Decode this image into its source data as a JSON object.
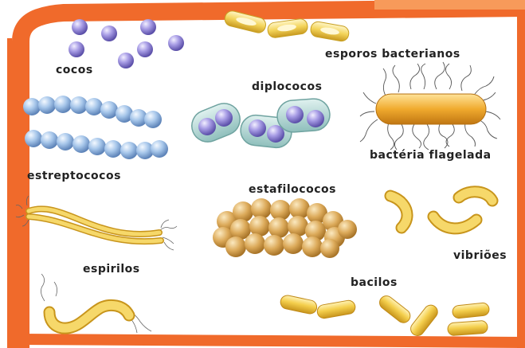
{
  "labels": {
    "cocos": "cocos",
    "esporos": "esporos bacterianos",
    "diplococos": "diplococos",
    "flagelada": "bactéria flagelada",
    "estreptococos": "estreptococos",
    "estafilococos": "estafilococos",
    "espirilos": "espirilos",
    "vibrioes": "vibriões",
    "bacilos": "bacilos"
  },
  "colors": {
    "frame": "#f06a2b",
    "coccus": "#9a8fd8",
    "strepto": "#9ec0e6",
    "rod": "#f2c94a",
    "staph": "#e0b060"
  }
}
